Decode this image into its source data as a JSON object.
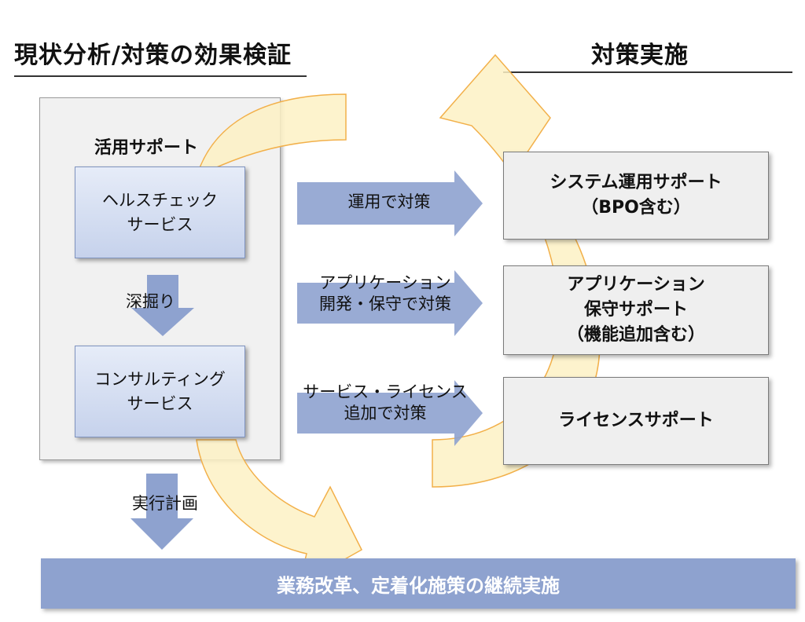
{
  "left_heading": "現状分析/対策の効果検証",
  "right_heading": "対策実施",
  "support_panel": {
    "title": "活用サポート",
    "health_check": "ヘルスチェック\nサービス",
    "dig_label": "深掘り",
    "consulting": "コンサルティング\nサービス"
  },
  "middle_arrows": [
    {
      "label": "運用で対策"
    },
    {
      "label": "アプリケーション\n開発・保守で対策"
    },
    {
      "label": "サービス・ライセンス\n追加で対策"
    }
  ],
  "right_boxes": [
    {
      "label": "システム運用サポート\n（BPO含む）"
    },
    {
      "label": "アプリケーション\n保守サポート\n（機能追加含む）"
    },
    {
      "label": "ライセンスサポート"
    }
  ],
  "plan_label": "実行計画",
  "bottom_bar": "業務改革、定着化施策の継続実施",
  "colors": {
    "cycle_arrow_fill": "#fdf1c4",
    "cycle_arrow_stroke": "#f2b04a",
    "flow_arrow": "#8ea2cf",
    "bottom_bar": "#8ea2cf"
  }
}
